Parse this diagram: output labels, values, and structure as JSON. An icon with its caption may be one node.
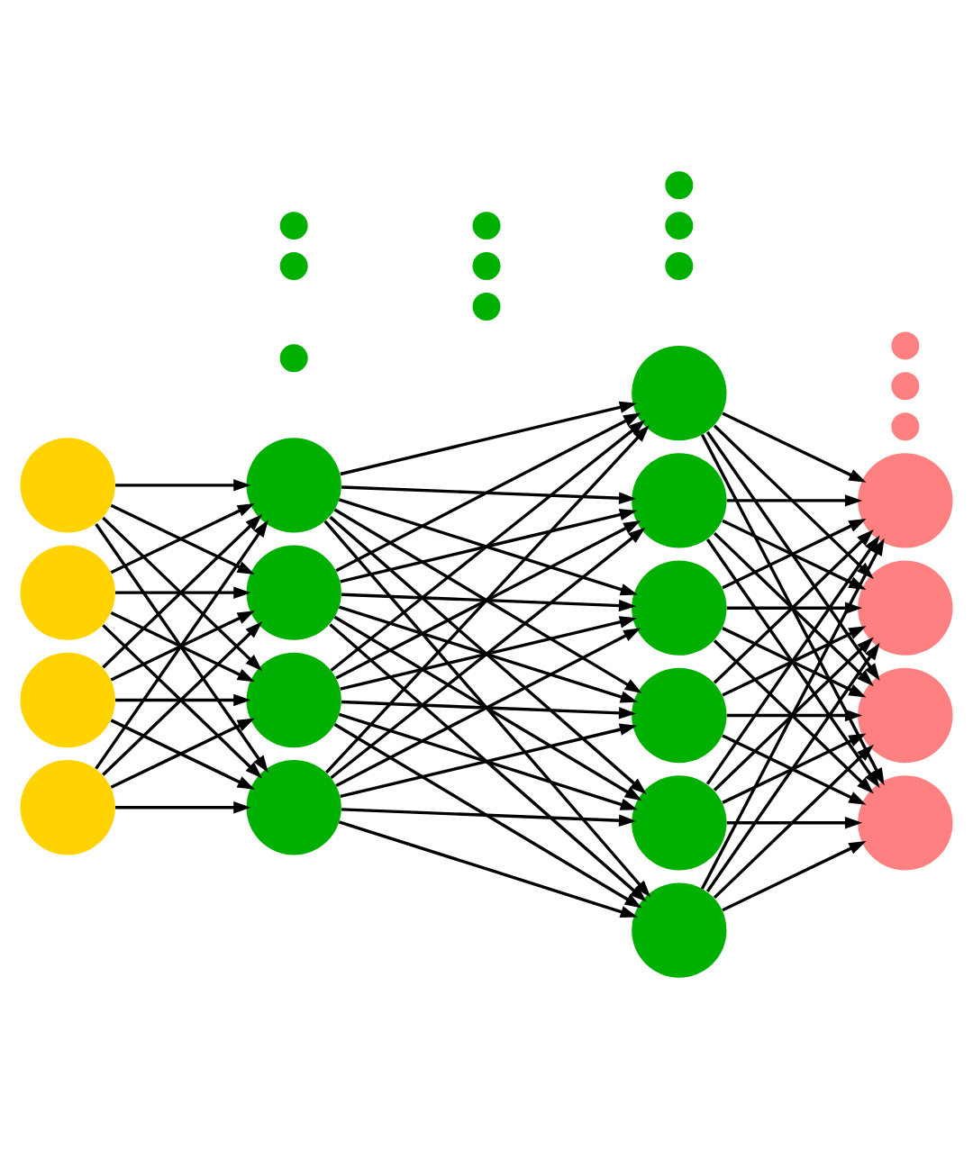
{
  "diagram": {
    "nodes": [
      {
        "text": [],
        "shape": "circle"
      },
      {
        "text": [],
        "shape": "circle"
      },
      {
        "text": [],
        "shape": "circle"
      },
      {
        "text": [],
        "shape": "circle"
      },
      {
        "text": [],
        "shape": "circle"
      },
      {
        "text": [],
        "shape": "circle"
      },
      {
        "text": [],
        "shape": "dot"
      },
      {
        "text": [],
        "shape": "dot"
      },
      {
        "text": [],
        "shape": "dot"
      },
      {
        "text": [],
        "shape": "circle"
      },
      {
        "text": [],
        "shape": "circle"
      },
      {
        "text": [],
        "shape": "dot"
      },
      {
        "text": [],
        "shape": "dot"
      },
      {
        "text": [],
        "shape": "dot"
      },
      {
        "text": [],
        "shape": "circle"
      },
      {
        "text": [],
        "shape": "circle"
      },
      {
        "text": [],
        "shape": "circle"
      },
      {
        "text": [],
        "shape": "dot"
      },
      {
        "text": [],
        "shape": "dot"
      },
      {
        "text": [],
        "shape": "dot"
      },
      {
        "text": [],
        "shape": "circle"
      },
      {
        "text": [],
        "shape": "circle"
      },
      {
        "text": [],
        "shape": "circle"
      },
      {
        "text": [],
        "shape": "circle"
      },
      {
        "text": [],
        "shape": "circle"
      },
      {
        "text": [],
        "shape": "dot"
      },
      {
        "text": [],
        "shape": "dot"
      },
      {
        "text": [],
        "shape": "dot"
      },
      {
        "text": [],
        "shape": "circle"
      },
      {
        "text": [],
        "shape": "circle"
      }
    ],
    "edges": [
      {
        "from": 0,
        "to": 4,
        "arrow": "to"
      },
      {
        "from": 0,
        "to": 5,
        "arrow": "to"
      },
      {
        "from": 0,
        "to": 9,
        "arrow": "to"
      },
      {
        "from": 0,
        "to": 10,
        "arrow": "to"
      },
      {
        "from": 1,
        "to": 4,
        "arrow": "to"
      },
      {
        "from": 1,
        "to": 5,
        "arrow": "to"
      },
      {
        "from": 1,
        "to": 9,
        "arrow": "to"
      },
      {
        "from": 1,
        "to": 10,
        "arrow": "to"
      },
      {
        "from": 2,
        "to": 4,
        "arrow": "to"
      },
      {
        "from": 2,
        "to": 5,
        "arrow": "to"
      },
      {
        "from": 2,
        "to": 9,
        "arrow": "to"
      },
      {
        "from": 2,
        "to": 10,
        "arrow": "to"
      },
      {
        "from": 3,
        "to": 4,
        "arrow": "to"
      },
      {
        "from": 3,
        "to": 5,
        "arrow": "to"
      },
      {
        "from": 3,
        "to": 9,
        "arrow": "to"
      },
      {
        "from": 3,
        "to": 10,
        "arrow": "to"
      },
      {
        "from": 4,
        "to": 14,
        "arrow": "to"
      },
      {
        "from": 4,
        "to": 15,
        "arrow": "to"
      },
      {
        "from": 4,
        "to": 16,
        "arrow": "to"
      },
      {
        "from": 4,
        "to": 20,
        "arrow": "to"
      },
      {
        "from": 4,
        "to": 21,
        "arrow": "to"
      },
      {
        "from": 4,
        "to": 22,
        "arrow": "to"
      },
      {
        "from": 5,
        "to": 14,
        "arrow": "to"
      },
      {
        "from": 5,
        "to": 15,
        "arrow": "to"
      },
      {
        "from": 5,
        "to": 16,
        "arrow": "to"
      },
      {
        "from": 5,
        "to": 20,
        "arrow": "to"
      },
      {
        "from": 5,
        "to": 21,
        "arrow": "to"
      },
      {
        "from": 5,
        "to": 22,
        "arrow": "to"
      },
      {
        "from": 9,
        "to": 14,
        "arrow": "to"
      },
      {
        "from": 9,
        "to": 15,
        "arrow": "to"
      },
      {
        "from": 9,
        "to": 16,
        "arrow": "to"
      },
      {
        "from": 9,
        "to": 20,
        "arrow": "to"
      },
      {
        "from": 9,
        "to": 21,
        "arrow": "to"
      },
      {
        "from": 9,
        "to": 22,
        "arrow": "to"
      },
      {
        "from": 10,
        "to": 14,
        "arrow": "to"
      },
      {
        "from": 10,
        "to": 15,
        "arrow": "to"
      },
      {
        "from": 10,
        "to": 16,
        "arrow": "to"
      },
      {
        "from": 10,
        "to": 20,
        "arrow": "to"
      },
      {
        "from": 10,
        "to": 21,
        "arrow": "to"
      },
      {
        "from": 10,
        "to": 22,
        "arrow": "to"
      },
      {
        "from": 14,
        "to": 23,
        "arrow": "to"
      },
      {
        "from": 14,
        "to": 24,
        "arrow": "to"
      },
      {
        "from": 14,
        "to": 28,
        "arrow": "to"
      },
      {
        "from": 14,
        "to": 29,
        "arrow": "to"
      },
      {
        "from": 15,
        "to": 23,
        "arrow": "to"
      },
      {
        "from": 15,
        "to": 24,
        "arrow": "to"
      },
      {
        "from": 15,
        "to": 28,
        "arrow": "to"
      },
      {
        "from": 15,
        "to": 29,
        "arrow": "to"
      },
      {
        "from": 16,
        "to": 23,
        "arrow": "to"
      },
      {
        "from": 16,
        "to": 24,
        "arrow": "to"
      },
      {
        "from": 16,
        "to": 28,
        "arrow": "to"
      },
      {
        "from": 16,
        "to": 29,
        "arrow": "to"
      },
      {
        "from": 20,
        "to": 23,
        "arrow": "to"
      },
      {
        "from": 20,
        "to": 24,
        "arrow": "to"
      },
      {
        "from": 20,
        "to": 28,
        "arrow": "to"
      },
      {
        "from": 20,
        "to": 29,
        "arrow": "to"
      },
      {
        "from": 21,
        "to": 23,
        "arrow": "to"
      },
      {
        "from": 21,
        "to": 24,
        "arrow": "to"
      },
      {
        "from": 21,
        "to": 28,
        "arrow": "to"
      },
      {
        "from": 21,
        "to": 29,
        "arrow": "to"
      },
      {
        "from": 22,
        "to": 23,
        "arrow": "to"
      },
      {
        "from": 22,
        "to": 24,
        "arrow": "to"
      },
      {
        "from": 22,
        "to": 28,
        "arrow": "to"
      },
      {
        "from": 22,
        "to": 29,
        "arrow": "to"
      }
    ]
  }
}
